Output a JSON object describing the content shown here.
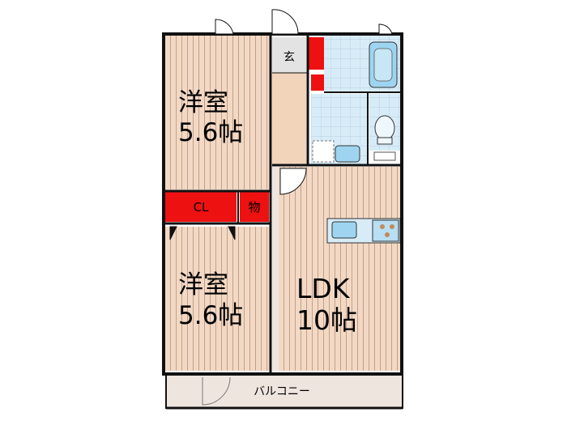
{
  "rooms": {
    "western_room_top": {
      "name": "洋室",
      "size": "5.6帖"
    },
    "western_room_bottom": {
      "name": "洋室",
      "size": "5.6帖"
    },
    "ldk": {
      "name": "LDK",
      "size": "10帖"
    },
    "closet": {
      "label": "CL"
    },
    "storage": {
      "label": "物"
    },
    "entrance": {
      "label": "玄"
    },
    "balcony": {
      "label": "バルコニー"
    }
  },
  "colors": {
    "wood_floor": "#f2d9c5",
    "wood_line": "#c79f86",
    "wall": "#111111",
    "storage_red": "#ee1111",
    "wet_area": "#d8ecf8",
    "fixture_blue": "#9fd4f0",
    "entrance_floor": "#f2d4bb",
    "balcony_floor": "#efe5df"
  }
}
